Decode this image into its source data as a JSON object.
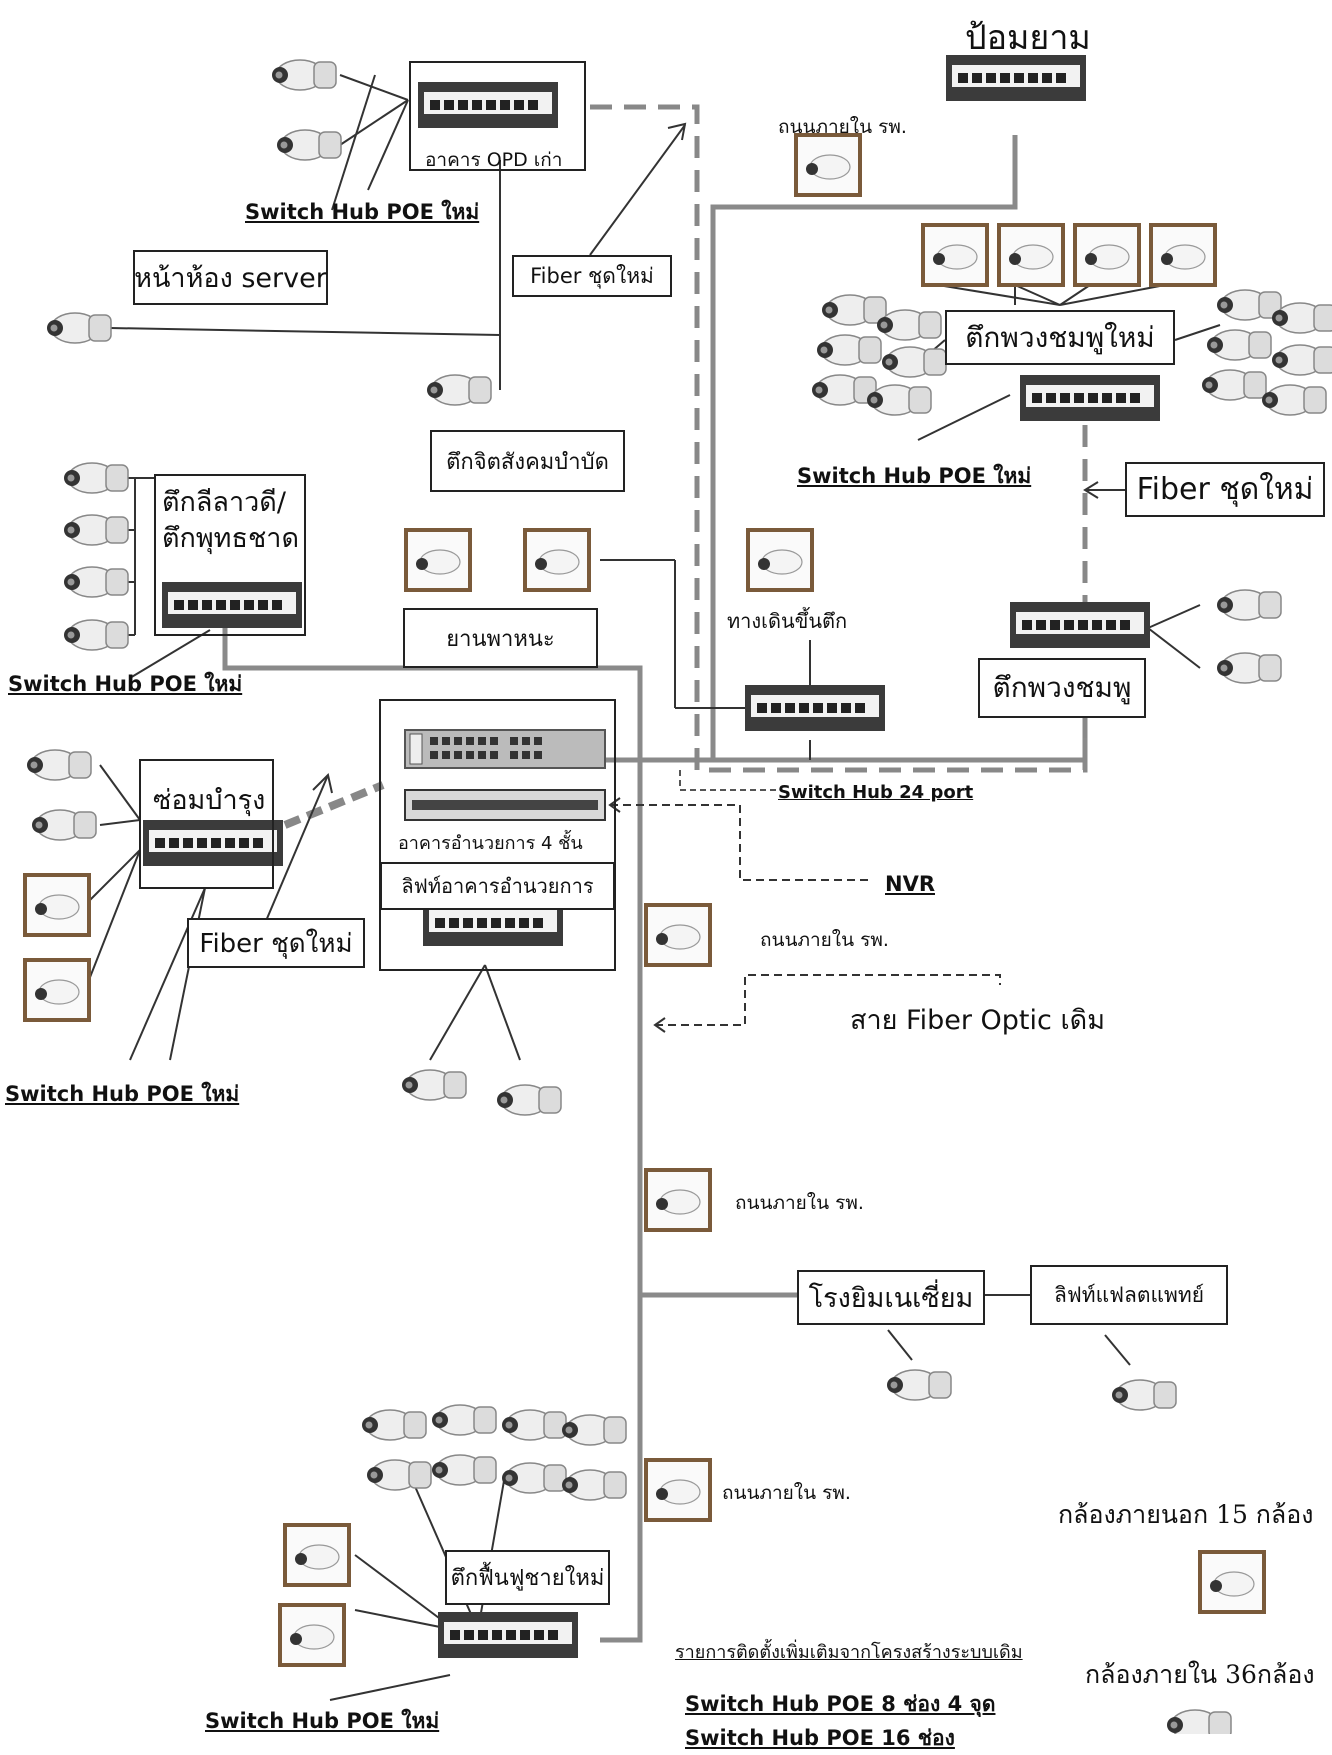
{
  "labels": {
    "pom_yam": "ป้อมยาม",
    "road_top": "ถนนภายใน รพ.",
    "opd_old": "อาคาร OPD เก่า",
    "switch_poe_opd": "Switch Hub POE ใหม่",
    "server_front": "หน้าห้อง server",
    "fiber_new_top": "Fiber ชุดใหม่",
    "psych_building": "ตึกจิตสังคมบำบัด",
    "puangchompu_new": "ตึกพวงชมพูใหม่",
    "switch_poe_puang": "Switch Hub POE ใหม่",
    "fiber_new_right": "Fiber ชุดใหม่",
    "leelawadee": "ตึกลีลาวดี/\nตึกพุทธชาด",
    "switch_poe_leela": "Switch Hub POE ใหม่",
    "vehicle": "ยานพาหนะ",
    "walkway": "ทางเดินขึ้นตึก",
    "puangchompu": "ตึกพวงชมพู",
    "switch_24": "Switch Hub 24 port",
    "maintenance": "ซ่อมบำรุง",
    "admin_building": "อาคารอำนวยการ 4 ชั้น",
    "admin_lift": "ลิฟท์อาคารอำนวยการ",
    "nvr": "NVR",
    "fiber_new_left": "Fiber ชุดใหม่",
    "road_mid": "ถนนภายใน รพ.",
    "fiber_optic_old": "สาย Fiber Optic เดิม",
    "switch_poe_maint": "Switch Hub POE ใหม่",
    "road_lower": "ถนนภายใน รพ.",
    "gym": "โรงยิมเนเซี่ยม",
    "doctor_lift": "ลิฟท์แฟลตแพทย์",
    "road_bottom": "ถนนภายใน รพ.",
    "outdoor_cameras": "กล้องภายนอก 15 กล้อง",
    "rehab_male": "ตึกฟื้นฟูชายใหม่",
    "indoor_cameras": "กล้องภายใน 36กล้อง",
    "switch_poe_rehab": "Switch Hub POE ใหม่",
    "summary_title": "รายการติดตั้งเพิ่มเติมจากโครงสร้างระบบเดิม",
    "summary_line1": "Switch Hub POE 8 ช่อง 4 จุด",
    "summary_line2": "Switch Hub POE 16 ช่อง"
  },
  "colors": {
    "cable": "#8a8a8a",
    "fiber": "#888888",
    "line": "#333333",
    "switch_body": "#3b3b3b",
    "switch_face": "#f2f2f2",
    "camera_body": "#eeeeee",
    "frame": "#7a5a3a"
  }
}
